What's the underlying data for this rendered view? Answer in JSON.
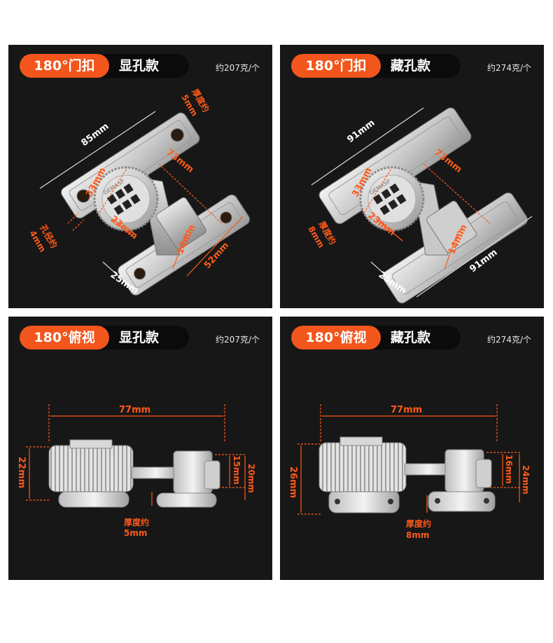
{
  "panels": {
    "top_left": {
      "title_orange": "180°门扣",
      "title_right": "显孔款",
      "weight": "约207克/个",
      "dims": {
        "d85": "85mm",
        "d33": "33mm",
        "thickness": "厚度约",
        "thickness_val": "5mm",
        "d73": "73mm",
        "d23": "23mm",
        "d14": "14mm",
        "d52": "52mm",
        "d25": "25mm",
        "hole": "孔径约",
        "hole_val": "4mm",
        "brand": "GEMASP"
      }
    },
    "top_right": {
      "title_orange": "180°门扣",
      "title_right": "藏孔款",
      "weight": "约274克/个",
      "dims": {
        "d91a": "91mm",
        "d33": "33mm",
        "d73": "73mm",
        "thickness": "厚度约",
        "thickness_val": "8mm",
        "d23": "23mm",
        "d14": "14mm",
        "d91b": "91mm",
        "d25": "25mm",
        "brand": "GEMASP"
      }
    },
    "bottom_left": {
      "title_orange": "180°俯视",
      "title_right": "显孔款",
      "weight": "约207克/个",
      "dims": {
        "width": "77mm",
        "height_left": "22mm",
        "height_inner": "15mm",
        "height_right": "20mm",
        "thickness": "厚度约",
        "thickness_val": "5mm"
      }
    },
    "bottom_right": {
      "title_orange": "180°俯视",
      "title_right": "藏孔款",
      "weight": "约274克/个",
      "dims": {
        "width": "77mm",
        "height_left": "26mm",
        "height_inner": "16mm",
        "height_right": "24mm",
        "thickness": "厚度约",
        "thickness_val": "8mm"
      }
    }
  },
  "colors": {
    "accent": "#f2561d",
    "panel_bg": "#171717",
    "dimension": "#ff5a1a"
  }
}
